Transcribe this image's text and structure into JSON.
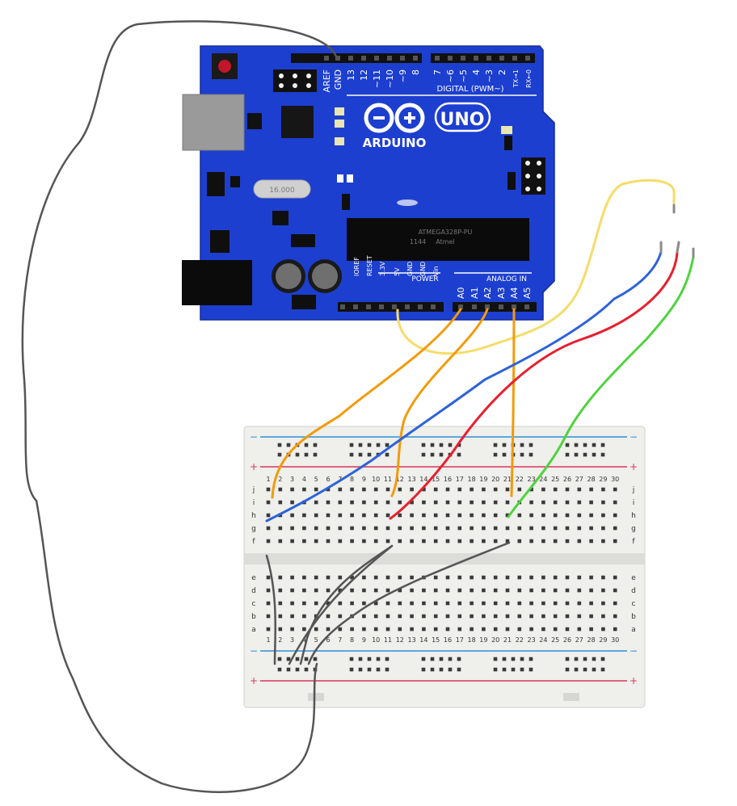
{
  "board": {
    "brand": "ARDUINO",
    "model": "UNO",
    "chip_top": "ATMEGA328P-PU",
    "chip_mid": "1144",
    "chip_logo": "Atmel",
    "crystal": "16.000",
    "colors": {
      "board": "#1d3fcf",
      "board_dark": "#132b9c",
      "text": "#ffffff"
    },
    "digital_pins": [
      "AREF",
      "GND",
      "13",
      "12",
      "~11",
      "~10",
      "~9",
      "8",
      "7",
      "~6",
      "~5",
      "4",
      "~3",
      "2",
      "TX→1",
      "RX←0"
    ],
    "digital_caption": "DIGITAL (PWM~)",
    "power_caption": "POWER",
    "power_pins": [
      "IOREF",
      "RESET",
      "3.3V",
      "5V",
      "GND",
      "GND",
      "Vin"
    ],
    "analog_caption": "ANALOG IN",
    "analog_pins": [
      "A0",
      "A1",
      "A2",
      "A3",
      "A4",
      "A5"
    ]
  },
  "breadboard": {
    "columns": [
      "1",
      "2",
      "3",
      "4",
      "5",
      "6",
      "7",
      "8",
      "9",
      "10",
      "11",
      "12",
      "13",
      "14",
      "15",
      "16",
      "17",
      "18",
      "19",
      "20",
      "21",
      "22",
      "23",
      "24",
      "25",
      "26",
      "27",
      "28",
      "29",
      "30"
    ],
    "rows_top": [
      "j",
      "i",
      "h",
      "g",
      "f"
    ],
    "rows_bottom": [
      "e",
      "d",
      "c",
      "b",
      "a"
    ],
    "rail_minus": "−",
    "rail_plus": "+",
    "colors": {
      "body": "#efefec",
      "hole": "#3a3a3a",
      "red_line": "#d9375a",
      "blue_line": "#2e8fd6"
    }
  },
  "wires": {
    "colors": {
      "gray": "#555555",
      "yellow": "#f5dc6a",
      "orange": "#f29b0b",
      "blue": "#2d63d8",
      "red": "#e81f2f",
      "green": "#4fd33d"
    }
  }
}
